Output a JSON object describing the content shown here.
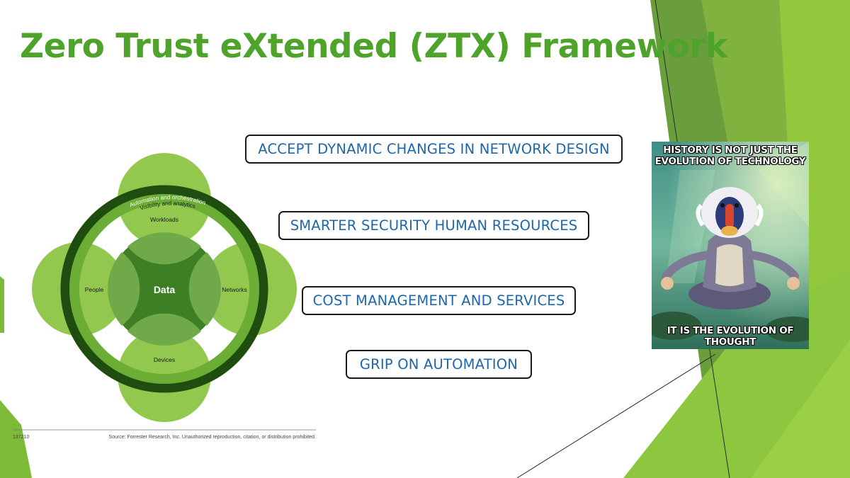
{
  "slide": {
    "title": "Zero Trust eXtended (ZTX) Framework",
    "colors": {
      "title": "#4ea32a",
      "pill_text": "#1f67a8",
      "dark_ring": "#1f4d10",
      "accent_green": "#8cc63e"
    }
  },
  "pills": [
    "ACCEPT DYNAMIC CHANGES IN NETWORK DESIGN",
    "SMARTER SECURITY HUMAN RESOURCES",
    "COST MANAGEMENT AND SERVICES",
    "GRIP ON AUTOMATION"
  ],
  "diagram": {
    "center": "Data",
    "nodes": {
      "top": "Workloads",
      "left": "People",
      "right": "Networks",
      "bottom": "Devices"
    },
    "outer_ring": "Automation and orchestration",
    "inner_ring": "Visibility and analytics",
    "footer_id": "137210",
    "footer_source": "Source: Forrester Research, Inc. Unauthorized reproduction, citation, or distribution prohibited."
  },
  "meme": {
    "top_text": "HISTORY IS NOT JUST THE EVOLUTION OF TECHNOLOGY",
    "bottom_text": "IT IS THE EVOLUTION OF THOUGHT"
  }
}
